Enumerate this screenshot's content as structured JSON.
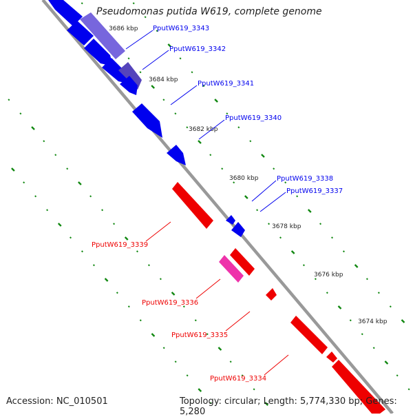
{
  "title": "Pseudomonas putida W619, complete genome",
  "accession": "Accession: NC_010501",
  "topology": "Topology: circular; Length: 5,774,330 bp; Genes: 5,280",
  "colors": {
    "forward": "#0000ee",
    "reverse": "#ee0000",
    "highlight_forward": "#7766dd",
    "highlight_reverse": "#ee33aa",
    "backbone": "#888888",
    "gc_ticks": "#118811"
  },
  "scale_labels": [
    "3686 kbp",
    "3684 kbp",
    "3682 kbp",
    "3680 kbp",
    "3678 kbp",
    "3676 kbp",
    "3674 kbp"
  ],
  "forward_genes": [
    "PputW619_3343",
    "PputW619_3342",
    "PputW619_3341",
    "PputW619_3340",
    "PputW619_3338",
    "PputW619_3337"
  ],
  "reverse_genes": [
    "PputW619_3339",
    "PputW619_3336",
    "PputW619_3335",
    "PputW619_3334"
  ]
}
